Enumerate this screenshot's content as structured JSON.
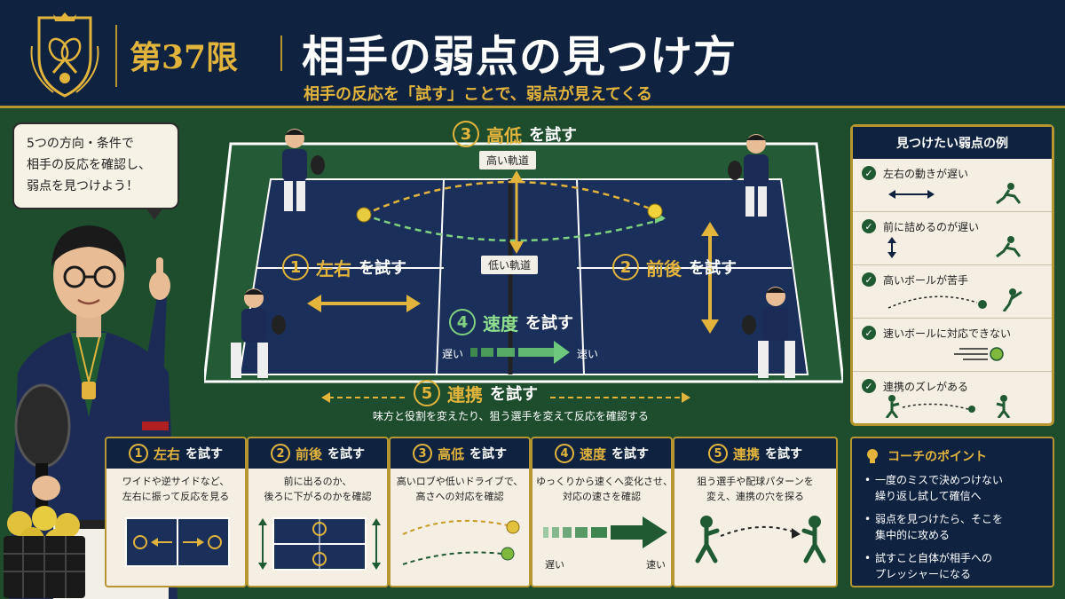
{
  "header": {
    "lesson_label": "第37限",
    "title": "相手の弱点の見つけ方",
    "subtitle": "相手の反応を「試す」ことで、弱点が見えてくる"
  },
  "bubble": {
    "lines": [
      "5つの方向・条件で",
      "相手の反応を確認し、",
      "弱点を見つけよう！"
    ]
  },
  "court": {
    "label1": {
      "num": "1",
      "highlight": "左右",
      "rest": "を試す"
    },
    "label2": {
      "num": "2",
      "highlight": "前後",
      "rest": "を試す"
    },
    "label3": {
      "num": "3",
      "highlight": "高低",
      "rest": "を試す"
    },
    "label4": {
      "num": "4",
      "highlight": "速度",
      "rest": "を試す"
    },
    "label5": {
      "num": "5",
      "highlight": "連携",
      "rest": "を試す"
    },
    "high_trajectory": "高い軌道",
    "low_trajectory": "低い軌道",
    "slow": "遅い",
    "fast": "速い",
    "caption5": "味方と役割を変えたり、狙う選手を変えて反応を確認する"
  },
  "weakness_panel": {
    "title": "見つけたい弱点の例",
    "items": [
      {
        "text": "左右の動きが遅い",
        "icon": "left-right-arrow-icon"
      },
      {
        "text": "前に詰めるのが遅い",
        "icon": "up-down-arrow-icon"
      },
      {
        "text": "高いボールが苦手",
        "icon": "lob-ball-icon"
      },
      {
        "text": "速いボールに対応できない",
        "icon": "fast-ball-icon"
      },
      {
        "text": "連携のズレがある",
        "icon": "two-players-icon"
      }
    ]
  },
  "cards": [
    {
      "num": "1",
      "highlight": "左右",
      "rest": "を試す",
      "lines": [
        "ワイドや逆サイドなど、",
        "左右に振って反応を見る"
      ]
    },
    {
      "num": "2",
      "highlight": "前後",
      "rest": "を試す",
      "lines": [
        "前に出るのか、",
        "後ろに下がるのかを確認"
      ]
    },
    {
      "num": "3",
      "highlight": "高低",
      "rest": "を試す",
      "lines": [
        "高いロブや低いドライブで、",
        "高さへの対応を確認"
      ]
    },
    {
      "num": "4",
      "highlight": "速度",
      "rest": "を試す",
      "lines": [
        "ゆっくりから速くへ変化させ、",
        "対応の速さを確認"
      ],
      "slow": "遅い",
      "fast": "速い"
    },
    {
      "num": "5",
      "highlight": "連携",
      "rest": "を試す",
      "lines": [
        "狙う選手や配球パターンを",
        "変え、連携の穴を探る"
      ]
    }
  ],
  "coach_points": {
    "title": "コーチのポイント",
    "points": [
      [
        "一度のミスで決めつけない",
        "繰り返し試して確信へ"
      ],
      [
        "弱点を見つけたら、そこを",
        "集中的に攻める"
      ],
      [
        "試すこと自体が相手への",
        "プレッシャーになる"
      ]
    ]
  },
  "colors": {
    "navy": "#0f2240",
    "gold": "#e2b43c",
    "field_green": "#1e4d2e",
    "court_blue": "#1a2f5a",
    "accent_green": "#7fd07f",
    "cream": "#f4efe2"
  }
}
